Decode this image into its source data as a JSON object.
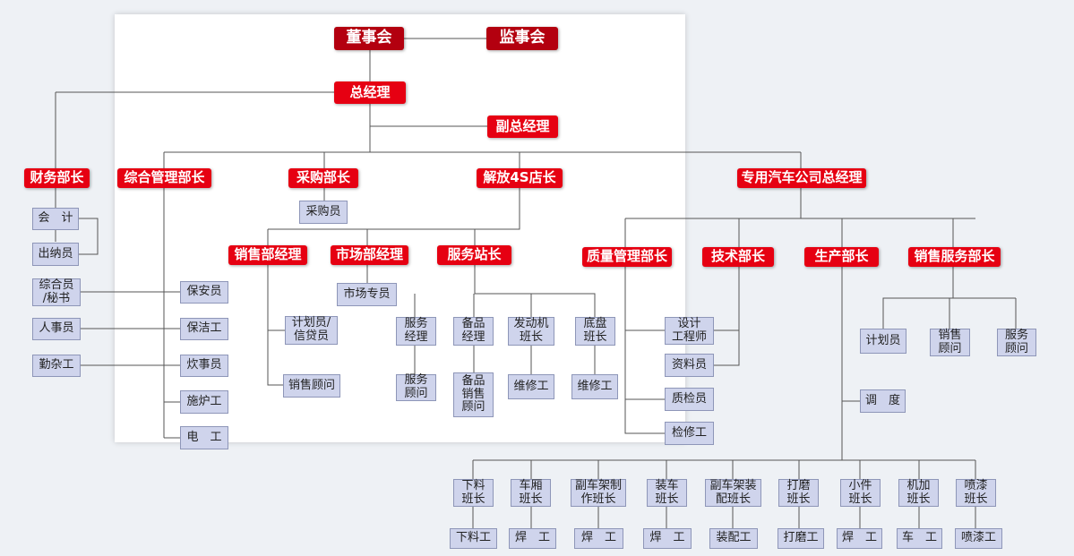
{
  "board": "董事会",
  "supervisors": "监事会",
  "gm": "总经理",
  "deputy_gm": "副总经理",
  "depts": {
    "finance": "财务部长",
    "general": "综合管理部长",
    "purchase": "采购部长",
    "store4s": "解放4S店长",
    "special": "专用汽车公司总经理"
  },
  "finance": {
    "accountant": "会　计",
    "cashier": "出纳员"
  },
  "general": {
    "left": [
      "综合员\n/秘书",
      "人事员",
      "勤杂工"
    ],
    "right": [
      "保安员",
      "保洁工",
      "炊事员",
      "施炉工",
      "电　工"
    ]
  },
  "purchase": {
    "buyer": "采购员"
  },
  "store": {
    "sales_mgr": "销售部经理",
    "market_mgr": "市场部经理",
    "service_head": "服务站长",
    "sales": [
      "计划员/\n信贷员",
      "销售顾问"
    ],
    "market": "市场专员",
    "service_top": [
      "服务\n经理",
      "备品\n经理",
      "发动机\n班长",
      "底盘\n班长"
    ],
    "service_bottom": [
      "服务\n顾问",
      "备品\n销售\n顾问",
      "维修工",
      "维修工"
    ]
  },
  "special": {
    "quality": "质量管理部长",
    "tech": "技术部长",
    "production": "生产部长",
    "sales_service": "销售服务部长",
    "quality_items": [
      "设计\n工程师",
      "资料员",
      "质检员",
      "检修工"
    ],
    "dispatch": "调　度",
    "sales_service_items": [
      "计划员",
      "销售\n顾问",
      "服务\n顾问"
    ],
    "team_leaders": [
      "下料\n班长",
      "车厢\n班长",
      "副车架制\n作班长",
      "装车\n班长",
      "副车架装\n配班长",
      "打磨\n班长",
      "小件\n班长",
      "机加\n班长",
      "喷漆\n班长"
    ],
    "workers": [
      "下料工",
      "焊　工",
      "焊　工",
      "焊　工",
      "装配工",
      "打磨工",
      "焊　工",
      "车　工",
      "喷漆工"
    ]
  }
}
